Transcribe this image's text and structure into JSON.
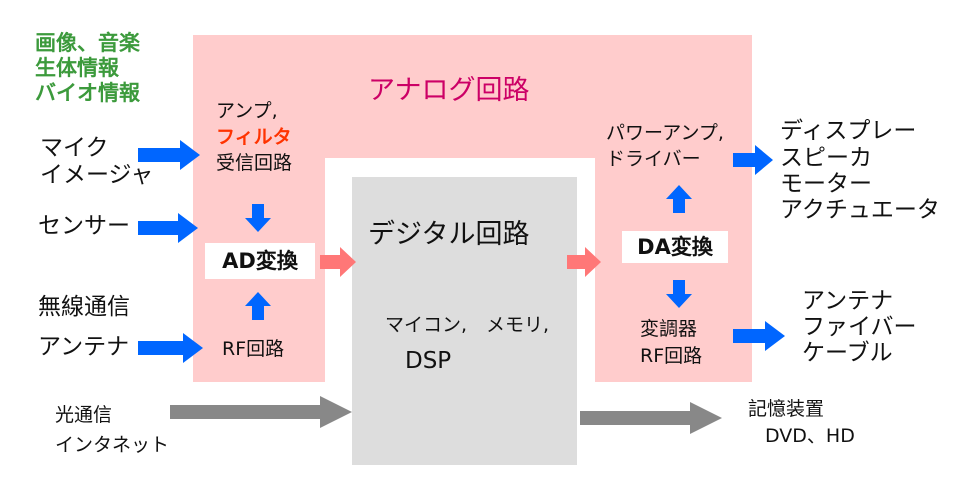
{
  "colors": {
    "analog_bg": "#ffcccc",
    "digital_bg": "#dddddd",
    "signal_arrow": "#0066ff",
    "conversion_arrow": "#ff7777",
    "optical_arrow": "#888888",
    "title_analog": "#cc0066",
    "filter": "#ff3300",
    "category": "#3c9a3c"
  },
  "categories": [
    "画像、音楽",
    "生体情報",
    "バイオ情報"
  ],
  "analog": {
    "title": "アナログ回路",
    "amp": "アンプ,",
    "filter": "フィルタ",
    "receiver": "受信回路",
    "ad": "AD変換",
    "rf_in": "RF回路",
    "power_amp": "パワーアンプ,",
    "driver": "ドライバー",
    "da": "DA変換",
    "modulator": "変調器",
    "rf_out": "RF回路"
  },
  "digital": {
    "title": "デジタル回路",
    "components": "マイコン,　メモリ,",
    "dsp": "DSP"
  },
  "inputs": {
    "mic": "マイク",
    "imager": "イメージャ",
    "sensor": "センサー",
    "wireless": "無線通信",
    "antenna": "アンテナ",
    "optical": "光通信",
    "internet": "インタネット"
  },
  "outputs": {
    "actuators": [
      "ディスプレー",
      "スピーカ",
      "モーター",
      "アクチュエータ"
    ],
    "transmit": [
      "アンテナ",
      "ファイバー",
      "ケーブル"
    ],
    "storage": "記憶装置",
    "storage_media": "DVD、HD"
  }
}
